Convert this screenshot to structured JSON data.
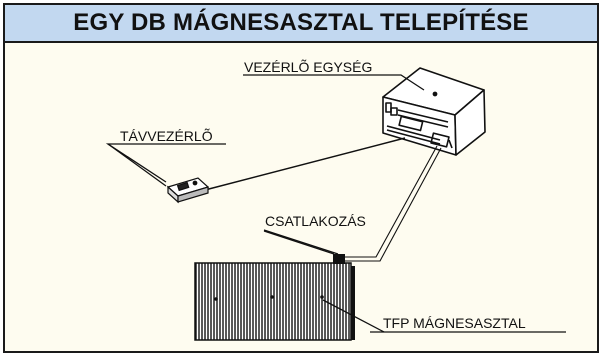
{
  "title": "EGY DB MÁGNESASZTAL TELEPÍTÉSE",
  "labels": {
    "control_unit": "VEZÉRLÕ EGYSÉG",
    "remote": "TÁVVEZÉRLÕ",
    "connection": "CSATLAKOZÁS",
    "magnetic_table": "TFP MÁGNESASZTAL"
  },
  "colors": {
    "header_background": "#c2d8f0",
    "panel_background": "#fefcf0",
    "ink": "#111111"
  }
}
